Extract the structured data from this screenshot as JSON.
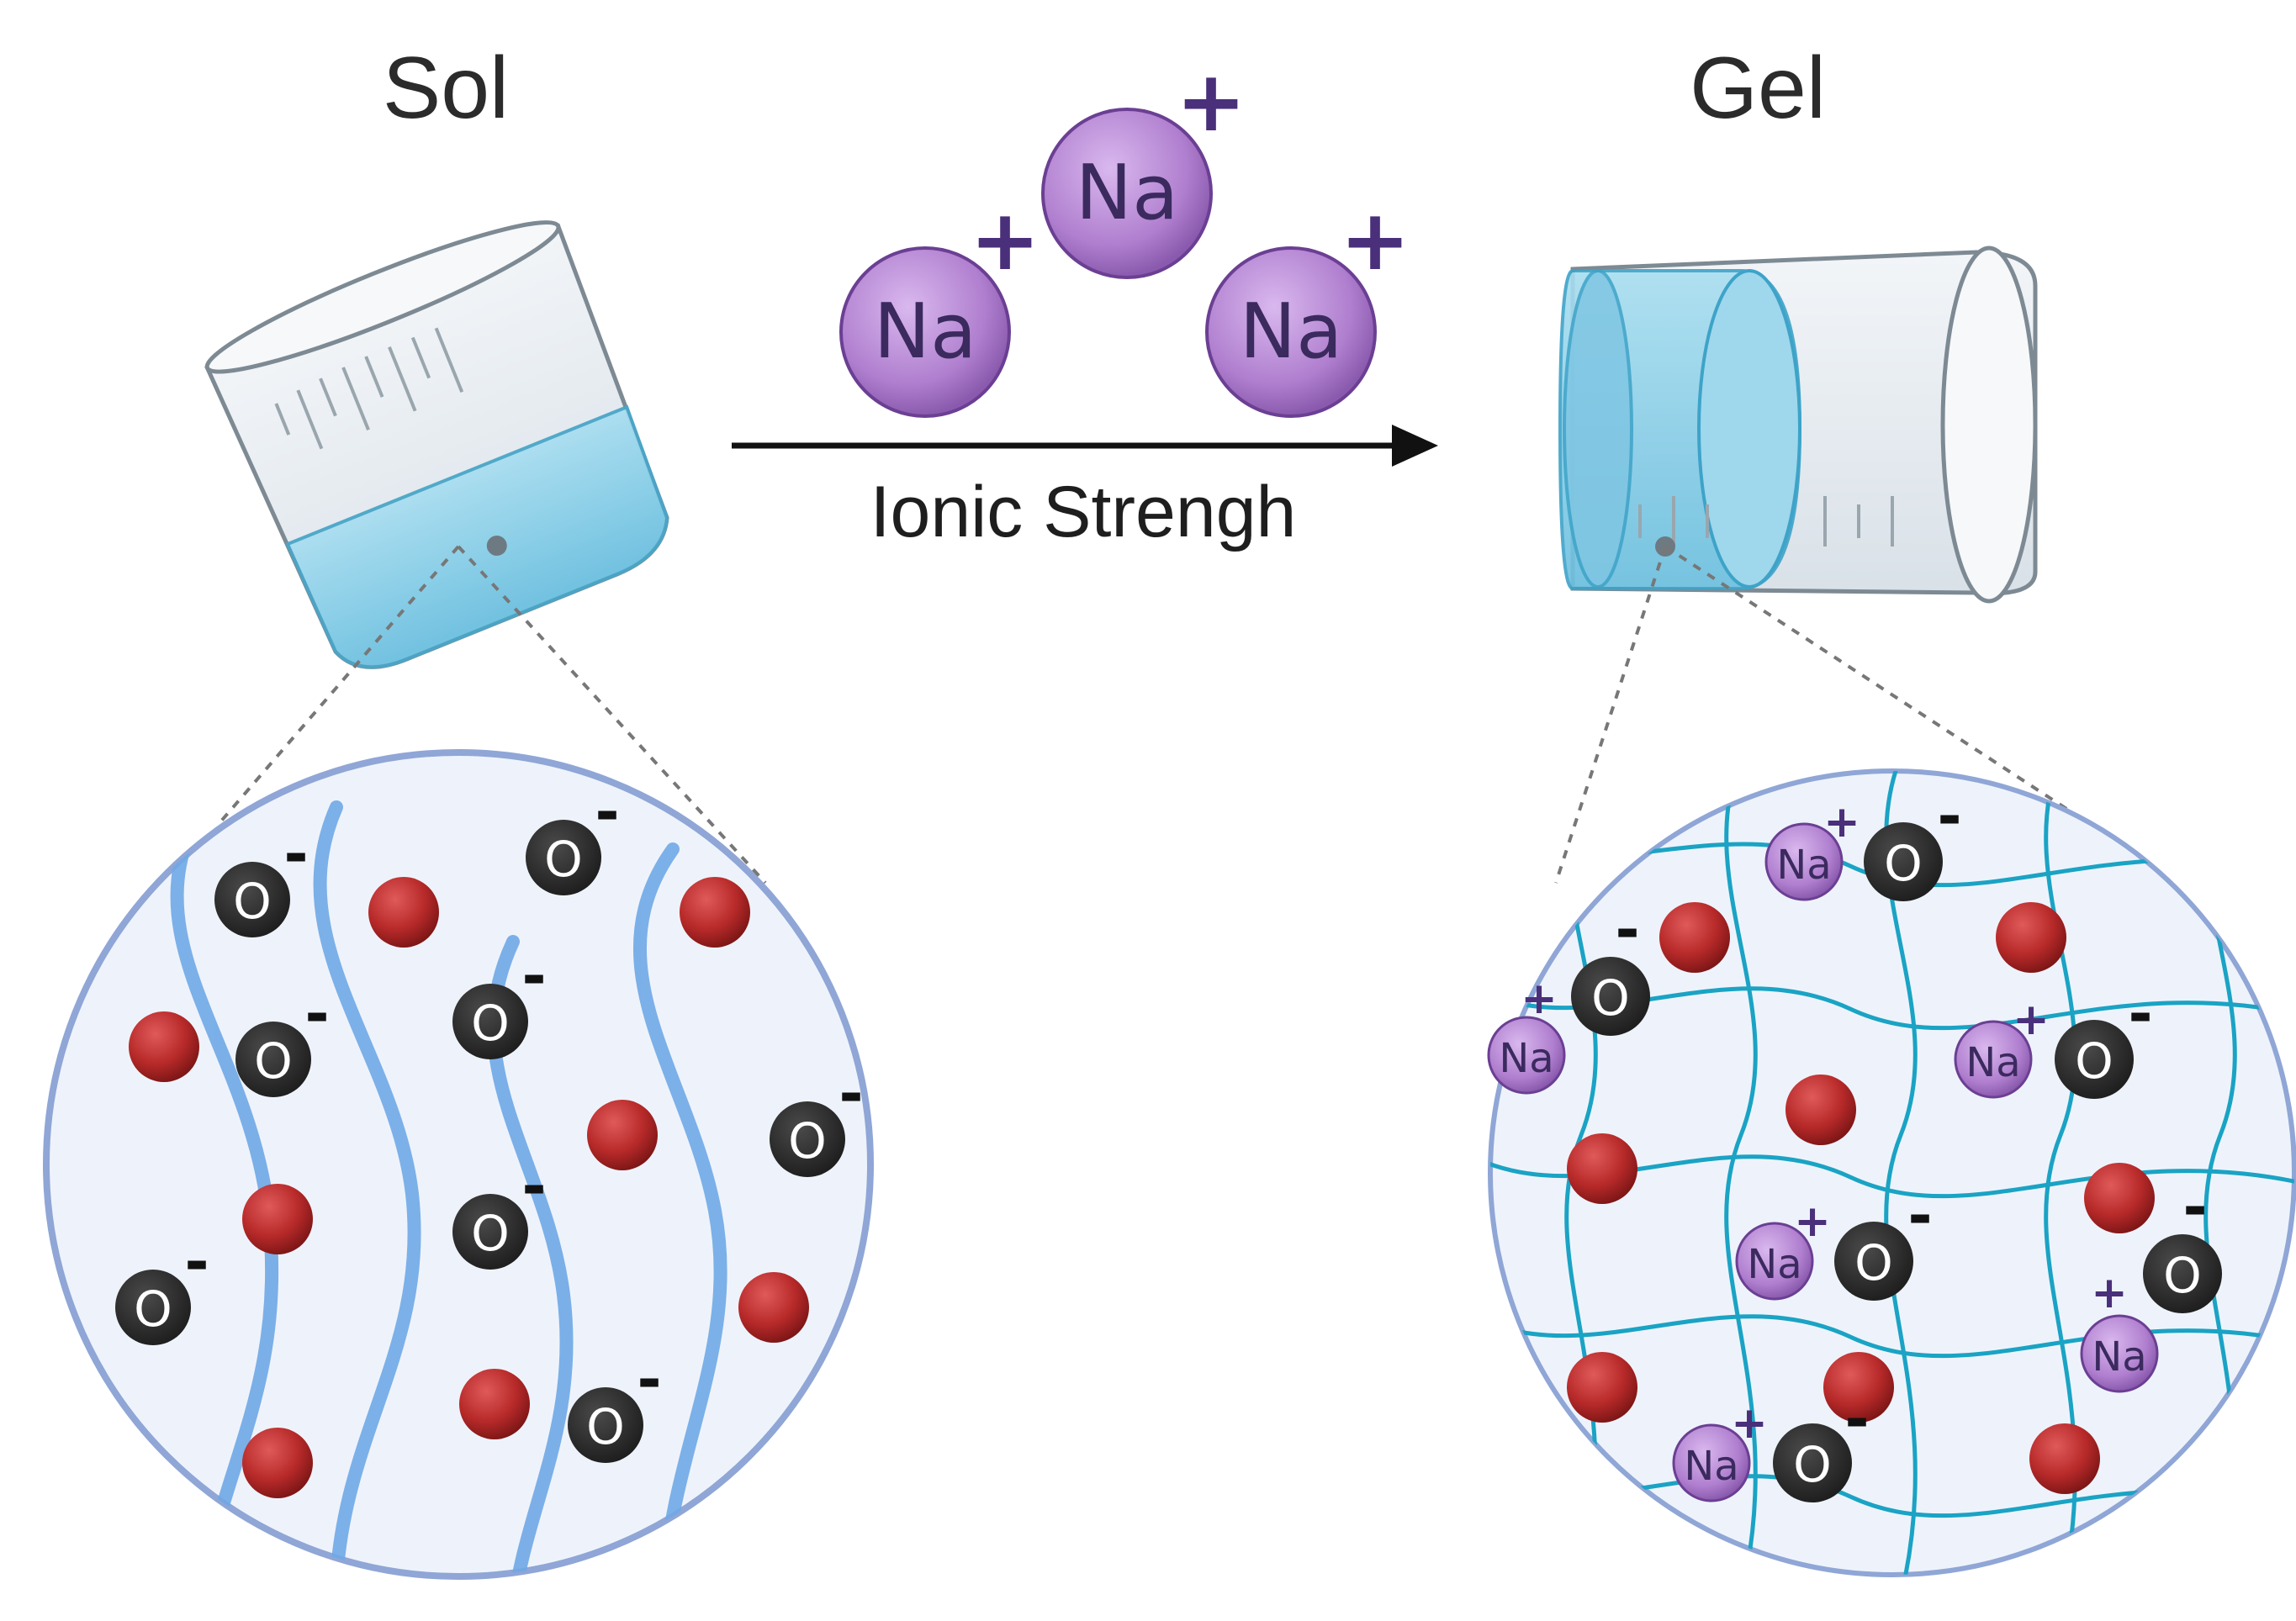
{
  "labels": {
    "sol": "Sol",
    "gel": "Gel",
    "arrow": "Ionic Strengh"
  },
  "ions": {
    "sodium": "Na",
    "oxygen": "O",
    "plus": "+",
    "minus": "-"
  },
  "colors": {
    "sodium_fill": "#b07fcf",
    "sodium_stroke": "#6b3f93",
    "oxygen_fill": "#2f2f2f",
    "red_particle": "#b82a2a",
    "polymer_chain": "#6fa8e6",
    "gel_network": "#1aa3c4",
    "circle_bg": "#eef3fb",
    "circle_stroke": "#8fa6d6",
    "liquid": "#8fd0ea"
  }
}
